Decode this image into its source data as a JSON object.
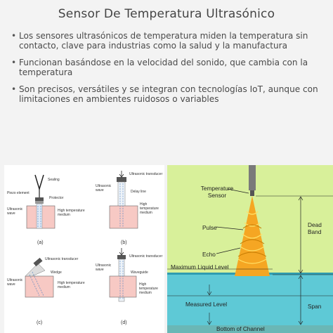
{
  "title": "Sensor De Temperatura Ultrasónico",
  "bullets": [
    "Los sensores ultrasónicos de temperatura miden la temperatura sin contacto, clave para industrias como la salud y la manufactura",
    "Funcionan basándose en la velocidad del sonido, que cambia con la temperatura",
    "Son precisos, versátiles y se integran con tecnologías IoT, aunque con limitaciones en ambientes ruidosos o variables"
  ],
  "left_figure": {
    "a": {
      "caption": "(a)",
      "labels": [
        "Sealing",
        "Piezo element",
        "Protector",
        "Ultrasonic wave",
        "High temperature medium"
      ]
    },
    "b": {
      "caption": "(b)",
      "labels": [
        "Ultrasonic transducer",
        "Ultrasonic wave",
        "Delay line",
        "High temperature medium"
      ]
    },
    "c": {
      "caption": "(c)",
      "labels": [
        "Ultrasonic transducer",
        "Wedge",
        "Ultrasonic wave",
        "High temperature medium"
      ]
    },
    "d": {
      "caption": "(d)",
      "labels": [
        "Ultrasonic transducer",
        "Ultrasonic wave",
        "Waveguide",
        "High temperature medium"
      ]
    }
  },
  "right_figure": {
    "labels": {
      "temperature_sensor": "Temperature Sensor",
      "pulse": "Pulse",
      "echo": "Echo",
      "dead_band": "Dead Band",
      "max_liquid": "Maximum Liquid Level",
      "measured": "Measured Level",
      "span": "Span",
      "bottom": "Bottom of Channel"
    },
    "colors": {
      "background": "#d8f09a",
      "water": "#5ec9d6",
      "cone": "#f5a623",
      "sensor": "#7a7a7a"
    }
  }
}
